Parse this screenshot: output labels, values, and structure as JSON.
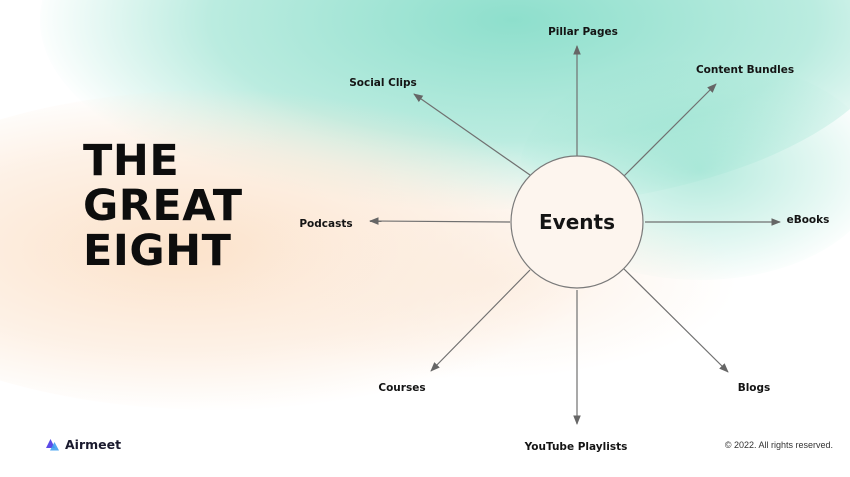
{
  "headline": [
    "THE",
    "GREAT",
    "EIGHT"
  ],
  "center_node": "Events",
  "outputs": [
    "Pillar Pages",
    "Content Bundles",
    "eBooks",
    "Blogs",
    "YouTube Playlists",
    "Courses",
    "Podcasts",
    "Social Clips"
  ],
  "footer": {
    "brand": "Airmeet",
    "copyright": "© 2022. All rights reserved."
  },
  "colors": {
    "accent_teal": "#6ED6BE",
    "accent_peach": "#FCE1C8",
    "text": "#0D0D0D",
    "logo_purple": "#5B4BE7",
    "logo_blue": "#3FA0F0"
  }
}
